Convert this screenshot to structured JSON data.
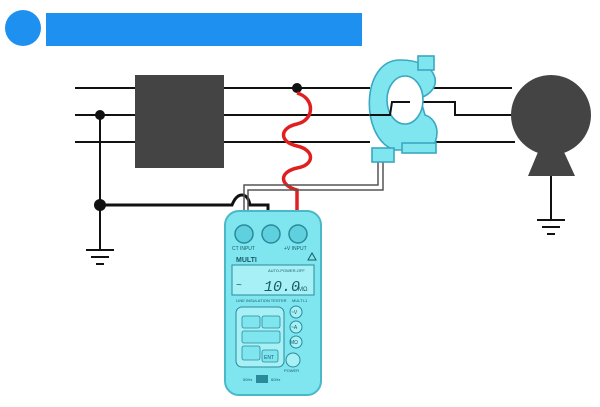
{
  "header": {
    "bar_color": "#1e90f0"
  },
  "colors": {
    "wire": "#111111",
    "clamp_wire": "#555555",
    "ct_lead": "#e02020",
    "meter_body": "#7fe6f0",
    "meter_outline": "#4bb8c8",
    "equipment": "#444444"
  },
  "meter": {
    "brand": "MULTI",
    "label_ct_input": "CT INPUT",
    "label_v_input": "+V INPUT",
    "mode_label": "AUTO-POWER-OFF",
    "display_value": "10.0",
    "display_unit": "MΩ",
    "subtitle": "LINE INSULATION TESTER",
    "model": "MULTI-1",
    "btn_enter": "ENT",
    "btn_power": "POWER",
    "slide_left": "50Hz",
    "slide_right": "60Hz",
    "range_buttons": [
      "~V",
      "~A",
      "MΩ"
    ]
  },
  "icons": {
    "ground": "ground-icon",
    "warning": "warning-triangle-icon"
  }
}
